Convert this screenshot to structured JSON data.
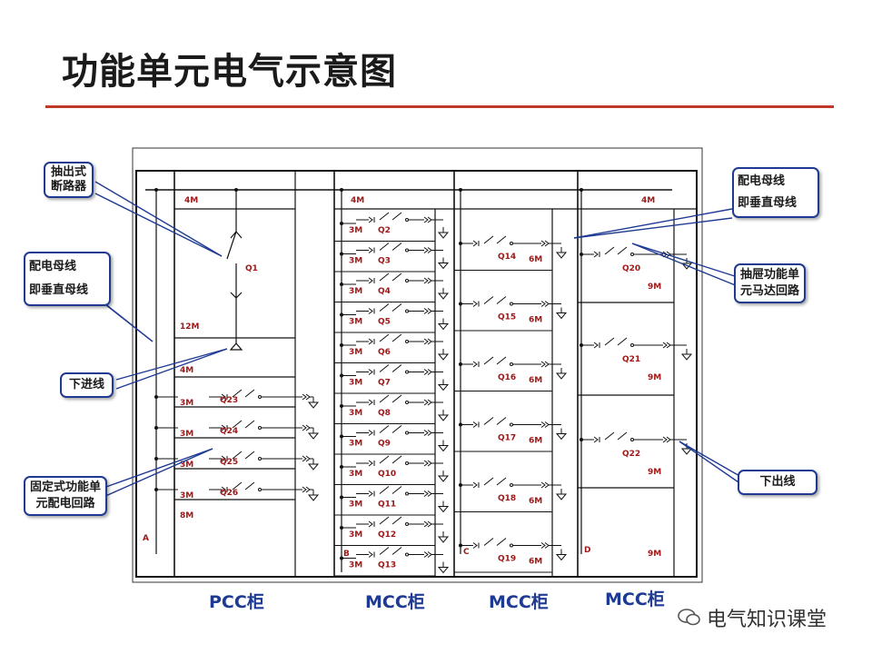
{
  "title": "功能单元电气示意图",
  "callouts": {
    "drawout_breaker": "抽出式\n断路器",
    "dist_bus_left_1": "配电母线",
    "dist_bus_left_2": "即垂直母线",
    "incoming": "下进线",
    "fixed_unit": "固定式功能单\n元配电回路",
    "dist_bus_right_1": "配电母线",
    "dist_bus_right_2": "即垂直母线",
    "drawer_unit": "抽屉功能单\n元马达回路",
    "outgoing": "下出线"
  },
  "cabinets": [
    "PCC柜",
    "MCC柜",
    "MCC柜",
    "MCC柜"
  ],
  "section_letters": [
    "A",
    "B",
    "C",
    "D"
  ],
  "bus_labels": [
    "4M",
    "4M",
    "4M"
  ],
  "pcc": {
    "breaker": "Q1",
    "bottom_module": "12M",
    "module_4m": "4M",
    "feeders": [
      {
        "module": "3M",
        "breaker": "Q23"
      },
      {
        "module": "3M",
        "breaker": "Q24"
      },
      {
        "module": "3M",
        "breaker": "Q25"
      },
      {
        "module": "3M",
        "breaker": "Q26"
      }
    ],
    "spare": "8M"
  },
  "mcc1": {
    "units": [
      {
        "module": "3M",
        "breaker": "Q2"
      },
      {
        "module": "3M",
        "breaker": "Q3"
      },
      {
        "module": "3M",
        "breaker": "Q4"
      },
      {
        "module": "3M",
        "breaker": "Q5"
      },
      {
        "module": "3M",
        "breaker": "Q6"
      },
      {
        "module": "3M",
        "breaker": "Q7"
      },
      {
        "module": "3M",
        "breaker": "Q8"
      },
      {
        "module": "3M",
        "breaker": "Q9"
      },
      {
        "module": "3M",
        "breaker": "Q10"
      },
      {
        "module": "3M",
        "breaker": "Q11"
      },
      {
        "module": "3M",
        "breaker": "Q12"
      },
      {
        "module": "3M",
        "breaker": "Q13"
      }
    ]
  },
  "mcc2": {
    "units": [
      {
        "module": "6M",
        "breaker": "Q14"
      },
      {
        "module": "6M",
        "breaker": "Q15"
      },
      {
        "module": "6M",
        "breaker": "Q16"
      },
      {
        "module": "6M",
        "breaker": "Q17"
      },
      {
        "module": "6M",
        "breaker": "Q18"
      },
      {
        "module": "6M",
        "breaker": "Q19"
      }
    ]
  },
  "mcc3": {
    "units": [
      {
        "module": "9M",
        "breaker": "Q20"
      },
      {
        "module": "9M",
        "breaker": "Q21"
      },
      {
        "module": "9M",
        "breaker": "Q22"
      },
      {
        "module": "9M",
        "breaker": ""
      }
    ]
  },
  "watermark": "电气知识课堂",
  "colors": {
    "line": "#111111",
    "label": "#a01818",
    "callout_border": "#1f3a93",
    "rule": "#c0392b",
    "cabinet_label": "#1f3a93"
  }
}
